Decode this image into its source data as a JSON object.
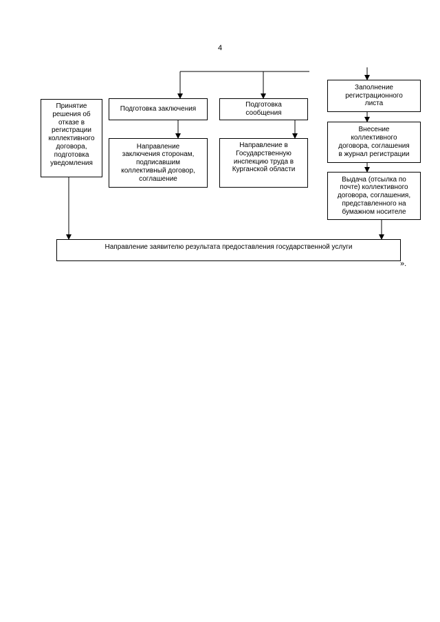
{
  "page_number": "4",
  "flowchart": {
    "refusal_box": "Принятие\nрешения об\nотказе в\nрегистрации\nколлективного\nдоговора,\nподготовка\nуведомления",
    "conclusion_prep": "Подготовка заключения",
    "conclusion_send": "Направление\nзаключения сторонам,\nподписавшим\nколлективный договор,\nсоглашение",
    "message_prep": "Подготовка\nсообщения",
    "message_send": "Направление в\nГосударственную\nинспекцию труда в\nКурганской области",
    "reg_sheet": "Заполнение\nрегистрационного\nлиста",
    "journal_entry": "Внесение\nколлективного\nдоговора, соглашения\nв журнал регистрации",
    "issue_paper": "Выдача (отсылка по\nпочте) коллективного\nдоговора, соглашения,\nпредставленного на\nбумажном носителе",
    "result_box": "Направление заявителю результата предоставления государственной услуги"
  },
  "closing_mark": "».",
  "colors": {
    "line": "#000000",
    "background": "#ffffff"
  }
}
